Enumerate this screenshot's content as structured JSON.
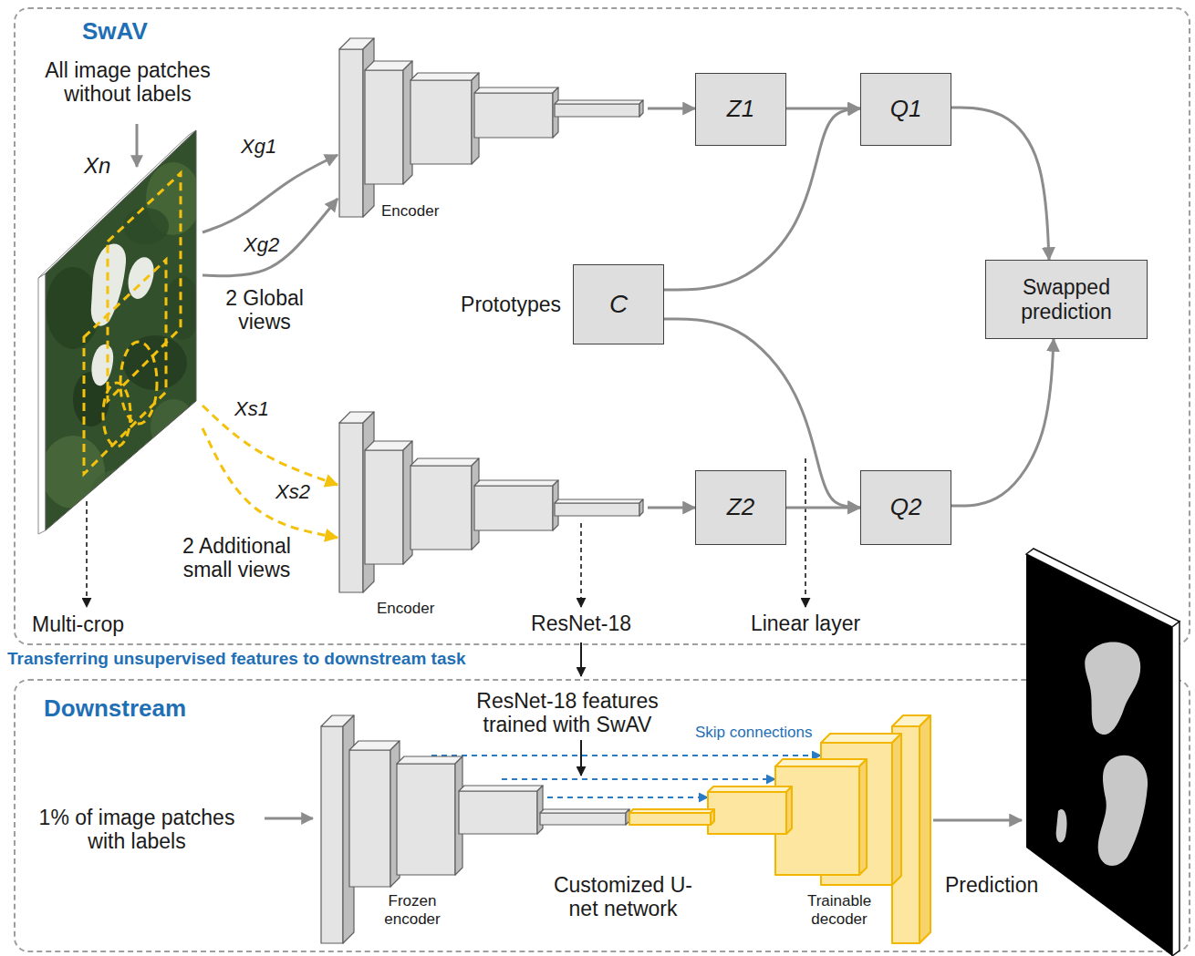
{
  "diagram": {
    "nodes": [
      {
        "text": [
          "SwAV"
        ]
      },
      {
        "text": [
          "Xn"
        ],
        "in": 0
      },
      {
        "text": [
          "Encoder"
        ],
        "in": 0
      },
      {
        "text": [
          "Z1"
        ],
        "in": 0
      },
      {
        "text": [
          "Q1"
        ],
        "in": 0
      },
      {
        "text": [
          "Prototypes",
          "C"
        ],
        "in": 0
      },
      {
        "text": [
          "Swapped prediction"
        ],
        "in": 0
      },
      {
        "text": [
          "Encoder"
        ],
        "in": 0
      },
      {
        "text": [
          "Z2"
        ],
        "in": 0
      },
      {
        "text": [
          "Q2"
        ],
        "in": 0
      },
      {
        "text": [
          "Downstream"
        ]
      },
      {
        "text": [
          "Frozen encoder"
        ],
        "in": 10
      },
      {
        "text": [
          "Trainable decoder"
        ],
        "in": 10
      },
      {
        "text": [
          "Prediction"
        ]
      }
    ],
    "edges": [
      {
        "from": 1,
        "to": 2,
        "label": "Xg1",
        "arrow": "to"
      },
      {
        "from": 1,
        "to": 2,
        "label": "Xg2",
        "arrow": "to"
      },
      {
        "from": 1,
        "to": 7,
        "label": "Xs1",
        "arrow": "to"
      },
      {
        "from": 1,
        "to": 7,
        "label": "Xs2",
        "arrow": "to"
      },
      {
        "from": 2,
        "to": 3,
        "arrow": "to"
      },
      {
        "from": 3,
        "to": 4,
        "arrow": "to"
      },
      {
        "from": 5,
        "to": 4,
        "arrow": "to"
      },
      {
        "from": 7,
        "to": 8,
        "arrow": "to"
      },
      {
        "from": 8,
        "to": 9,
        "arrow": "to"
      },
      {
        "from": 5,
        "to": 9,
        "arrow": "to"
      },
      {
        "from": 4,
        "to": 6,
        "arrow": "to"
      },
      {
        "from": 9,
        "to": 6,
        "arrow": "to"
      },
      {
        "from": 11,
        "to": 12,
        "arrow": "to"
      },
      {
        "from": 11,
        "to": 12,
        "arrow": "to"
      },
      {
        "from": 11,
        "to": 12,
        "arrow": "to"
      },
      {
        "from": 12,
        "to": 13,
        "arrow": "to"
      }
    ],
    "labels": [
      "All image patches without labels",
      "2 Global views",
      "2 Additional small views",
      "Multi-crop",
      "ResNet-18",
      "Linear layer",
      "Transferring unsupervised features to downstream task",
      "ResNet-18 features trained with SwAV",
      "Skip connections",
      "1% of image patches with labels",
      "Customized U-net network"
    ]
  }
}
